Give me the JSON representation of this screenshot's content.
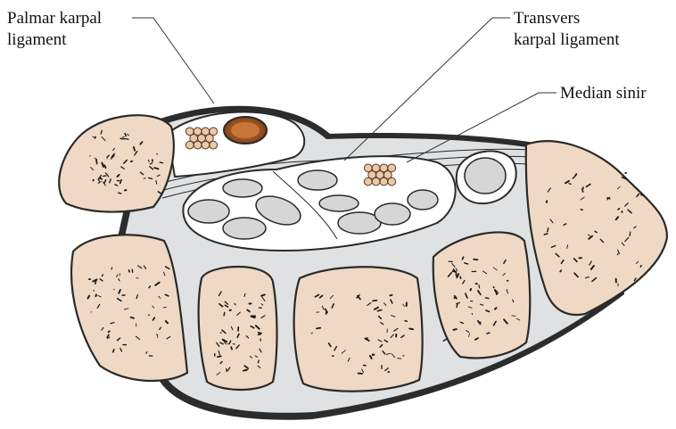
{
  "labels": {
    "palmar_line1": "Palmar karpal",
    "palmar_line2": "ligament",
    "transvers_line1": "Transvers",
    "transvers_line2": "karpal ligament",
    "median": "Median sinir"
  },
  "colors": {
    "bone": "#efd9c5",
    "bone_outline": "#2a2a2a",
    "canal_fill": "#dfe1e3",
    "tendon": "#d6d6d6",
    "artery": "#a0521e",
    "nerve": "#e8c9a8",
    "background": "#ffffff"
  }
}
